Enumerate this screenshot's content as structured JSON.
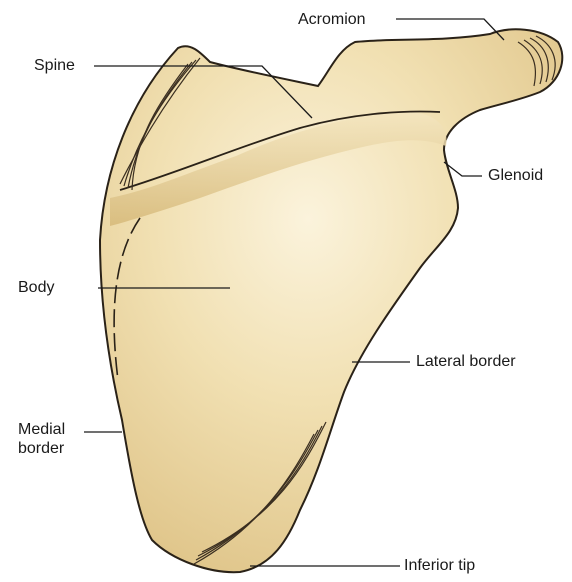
{
  "diagram": {
    "labels": {
      "acromion": "Acromion",
      "spine": "Spine",
      "glenoid": "Glenoid",
      "body": "Body",
      "lateral_border": "Lateral border",
      "medial_border_line1": "Medial",
      "medial_border_line2": "border",
      "inferior_tip": "Inferior tip"
    },
    "colors": {
      "bone_fill": "#ebd59c",
      "bone_highlight": "#fbf3dc",
      "bone_shadow": "#cdb070",
      "outline": "#2a2218",
      "leader_line": "#1a1a1a"
    }
  }
}
